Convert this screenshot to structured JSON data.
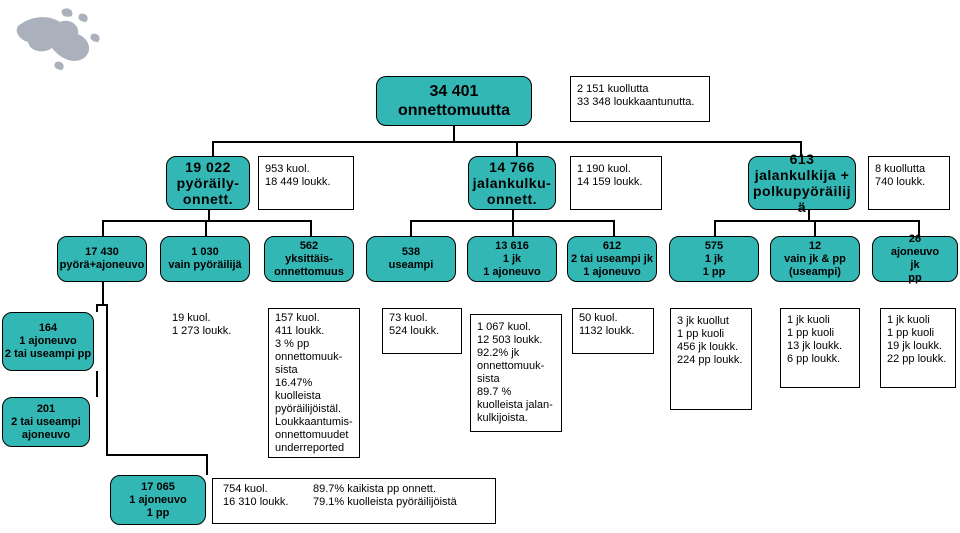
{
  "root": {
    "label": "34 401\nonnettomuutta",
    "note": "2 151 kuollutta\n33 348 loukkaantunutta."
  },
  "level2": [
    {
      "label": "19 022\npyöräily-\nonnett.",
      "note": "953 kuol.\n18 449 loukk."
    },
    {
      "label": "14 766\njalankulku-\nonnett.",
      "note": "1 190 kuol.\n14 159 loukk."
    },
    {
      "label": "613\njalankulkija +\npolkupyöräilij\nä",
      "note": "8 kuollutta\n740 loukk."
    }
  ],
  "level3": [
    {
      "label": "17 430\npyörä+ajoneuvo"
    },
    {
      "label": "1 030\nvain pyöräilijä",
      "note": "19 kuol.\n1 273 loukk."
    },
    {
      "label": "562\nyksittäis-\nonnettomuus",
      "note": "157 kuol.\n411 loukk.\n3 % pp\nonnettomuuk-\nsista\n16.47%\nkuolleista\npyöräilijöistäl.\nLoukkaantumis-\nonnettomuudet\nunderreported"
    },
    {
      "label": "538\nuseampi",
      "note": "73 kuol.\n524 loukk."
    },
    {
      "label": "13 616\n1 jk\n1 ajoneuvo",
      "note": "1 067 kuol.\n12 503 loukk.\n92.2% jk\nonnettomuuk-\nsista\n89.7 %\nkuolleista jalan-\nkulkijoista."
    },
    {
      "label": "612\n2 tai useampi jk\n1 ajoneuvo",
      "note": "50 kuol.\n1132 loukk."
    },
    {
      "label": "575\n1 jk\n1 pp",
      "note": "3 jk kuollut\n1 pp kuoli\n456 jk loukk.\n224 pp loukk."
    },
    {
      "label": "12\nvain jk & pp\n(useampi)",
      "note": "1 jk kuoli\n1 pp kuoli\n13 jk loukk.\n6 pp loukk."
    },
    {
      "label": "26\najoneuvo\njk\npp",
      "note": "1 jk kuoli\n1 pp kuoli\n19 jk loukk.\n22 pp loukk."
    }
  ],
  "bike_vehicle_split": [
    {
      "label": "164\n1 ajoneuvo\n2 tai useampi pp"
    },
    {
      "label": "201\n2 tai useampi\najoneuvo"
    },
    {
      "label": "17 065\n1 ajoneuvo\n1 pp",
      "note_col1": "754 kuol.\n16 310 loukk.",
      "note_col2": "89.7% kaikista pp onnett.\n79.1% kuolleista pyöräilijöistä"
    }
  ],
  "colors": {
    "box_fill": "#33b7b5",
    "logo": "#aab1bc"
  },
  "logo_icon": "university-flame-logo"
}
